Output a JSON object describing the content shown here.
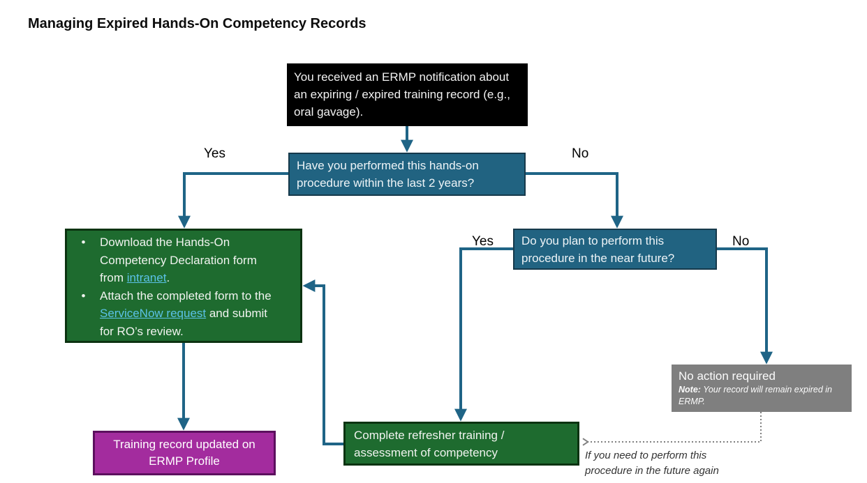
{
  "title": "Managing Expired Hands-On Competency Records",
  "colors": {
    "connector_blue": "#1F6486",
    "box_blue_fill": "#216381",
    "box_blue_border": "#16394B",
    "box_green_fill": "#1E6B2F",
    "box_green_border": "#0C3311",
    "box_black": "#000000",
    "box_gray": "#7F7F7F",
    "box_magenta_fill": "#A32C9E",
    "box_magenta_border": "#5C105E",
    "link_blue": "#5BC2E7"
  },
  "glyphs": {
    "bullet": "•"
  },
  "nodes": {
    "start": {
      "text": "You received an ERMP notification about an expiring / expired training record (e.g., oral gavage)."
    },
    "decision_performed": {
      "text": "Have you performed this hands-on procedure within the last 2 years?",
      "yes": "Yes",
      "no": "No"
    },
    "decision_plan": {
      "text": "Do you plan to perform this procedure in the near future?",
      "yes": "Yes",
      "no": "No"
    },
    "declaration": {
      "bullet1": {
        "pre": "Download the Hands-On Competency Declaration form from ",
        "link": "intranet",
        "post": "."
      },
      "bullet2": {
        "pre": "Attach the completed form to the ",
        "link": "ServiceNow request",
        "post": " and submit for RO’s review."
      }
    },
    "refresher": {
      "text": "Complete refresher training / assessment of competency"
    },
    "no_action": {
      "title": "No action required",
      "note_label": "Note:",
      "note_text": " Your record will remain expired in ERMP."
    },
    "result": {
      "text": "Training record updated on ERMP Profile"
    },
    "dotted_note": {
      "text": "If you need to perform this procedure in the future again"
    }
  }
}
